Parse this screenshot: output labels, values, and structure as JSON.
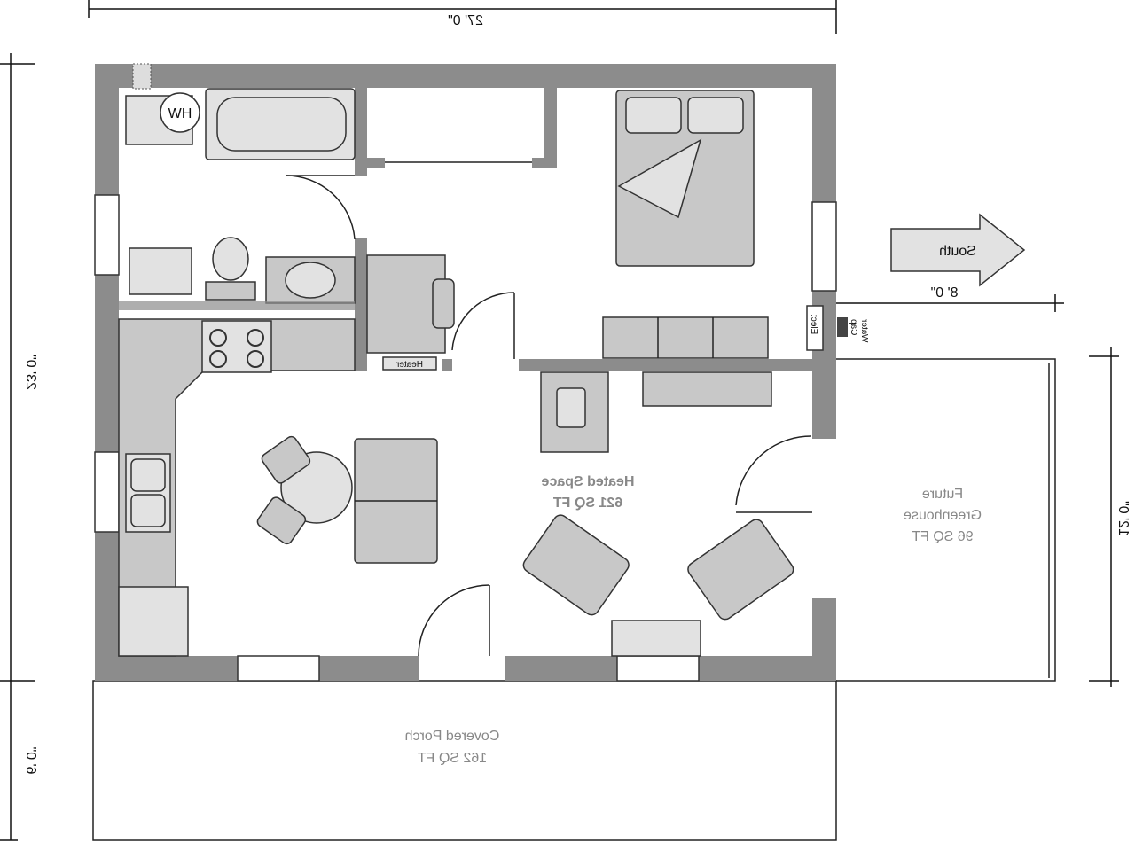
{
  "dimensions": {
    "width": "27' 0\"",
    "house_depth": "23' 0\"",
    "porch_depth": "6' 0\"",
    "greenhouse_offset": "8' 0\"",
    "greenhouse_depth": "12' 0\""
  },
  "rooms": {
    "heated": {
      "name": "Heated Space",
      "area": "621 SQ FT"
    },
    "greenhouse": {
      "name_line1": "Future",
      "name_line2": "Greenhouse",
      "area": "96 SQ FT"
    },
    "porch": {
      "name": "Covered Porch",
      "area": "162 SQ FT"
    }
  },
  "labels": {
    "water_heater": "HW",
    "heater": "Heater",
    "elect": "Elect",
    "cap": "Cap",
    "water": "Water",
    "compass": "South"
  },
  "mirrored": true,
  "colors": {
    "wall": "#8c8c8c",
    "furniture": "#c8c8c8"
  }
}
